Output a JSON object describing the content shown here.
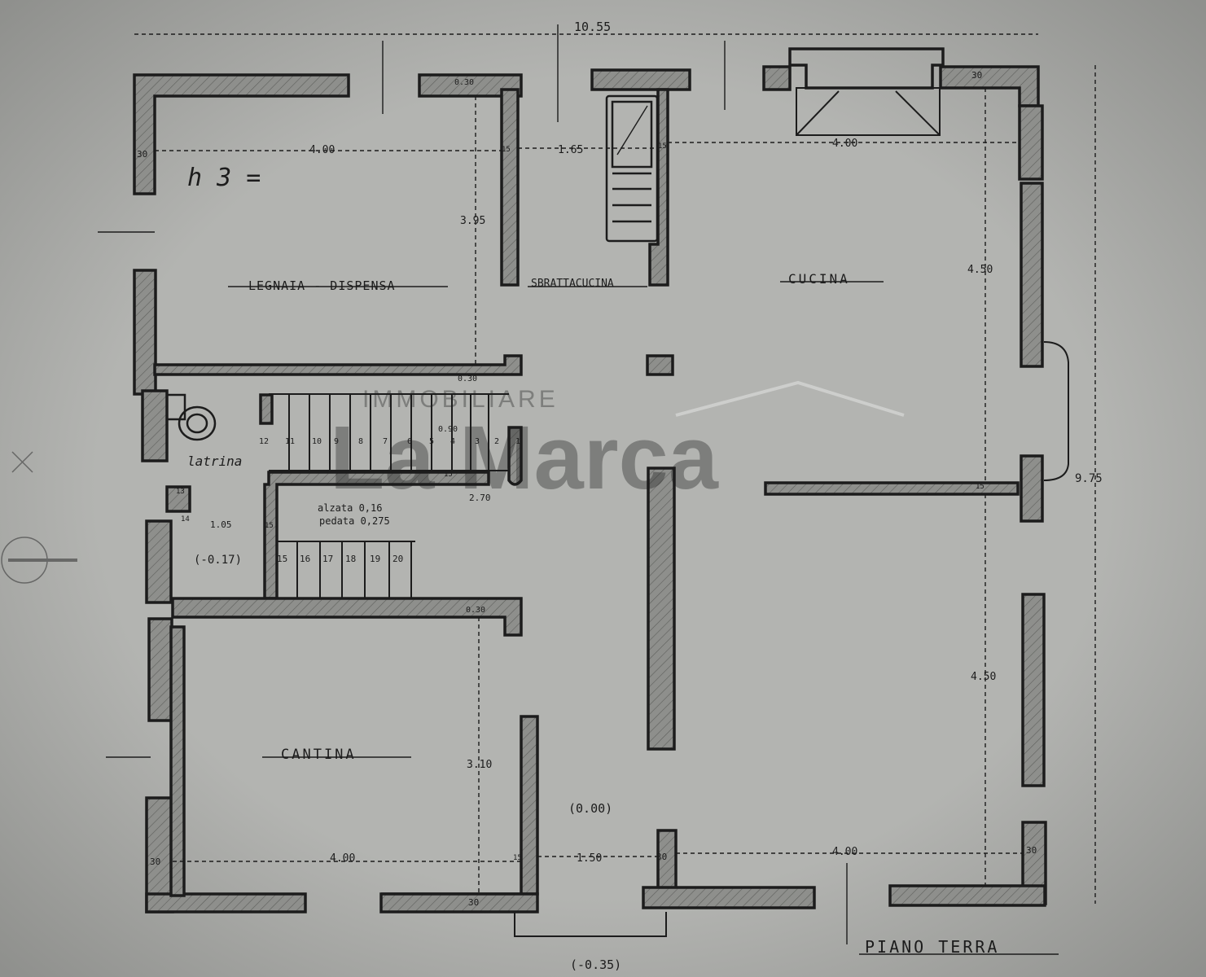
{
  "title": "PIANO TERRA",
  "height_note": "h 3 =",
  "rooms": {
    "legnaia": "LEGNAIA - DISPENSA",
    "sbratta": "SBRATTACUCINA",
    "cucina": "CUCINA",
    "cantina": "CANTINA",
    "latrina": "latrina"
  },
  "stairs": {
    "alzata": "alzata 0,16",
    "pedata": "pedata 0,275",
    "upper_steps": [
      "12",
      "11",
      "10",
      "9",
      "8",
      "7",
      "6",
      "5",
      "4",
      "3",
      "2",
      "1"
    ],
    "lower_steps": [
      "15",
      "16",
      "17",
      "18",
      "19",
      "20"
    ]
  },
  "levels": {
    "ground": "(0.00)",
    "latrina": "(-0.17)",
    "entry": "(-0.35)"
  },
  "dimensions": {
    "overall_width": "10.55",
    "overall_depth": "9.75",
    "legnaia_width": "4.00",
    "legnaia_depth": "3.95",
    "sbratta_width": "1.65",
    "cucina_width": "4.00",
    "cucina_depth": "4.50",
    "right_lower_depth": "4.50",
    "cantina_width": "4.00",
    "cantina_depth": "3.10",
    "entrance_width": "1.50",
    "bottom_right_width": "4.00",
    "stair_width": "2.70",
    "latrina_width": "1.05",
    "stair_step": "0.90",
    "wall_30": "30",
    "wall_15": "15",
    "wall_0_30": "0.30",
    "wall_13": "13",
    "wall_14": "14"
  },
  "watermark": {
    "line1": "IMMOBILIARE",
    "line2": "La Marca"
  },
  "colors": {
    "paper": "#a9aaa7",
    "ink": "#1c1c1c",
    "wall_fill": "#8e8f8c"
  }
}
